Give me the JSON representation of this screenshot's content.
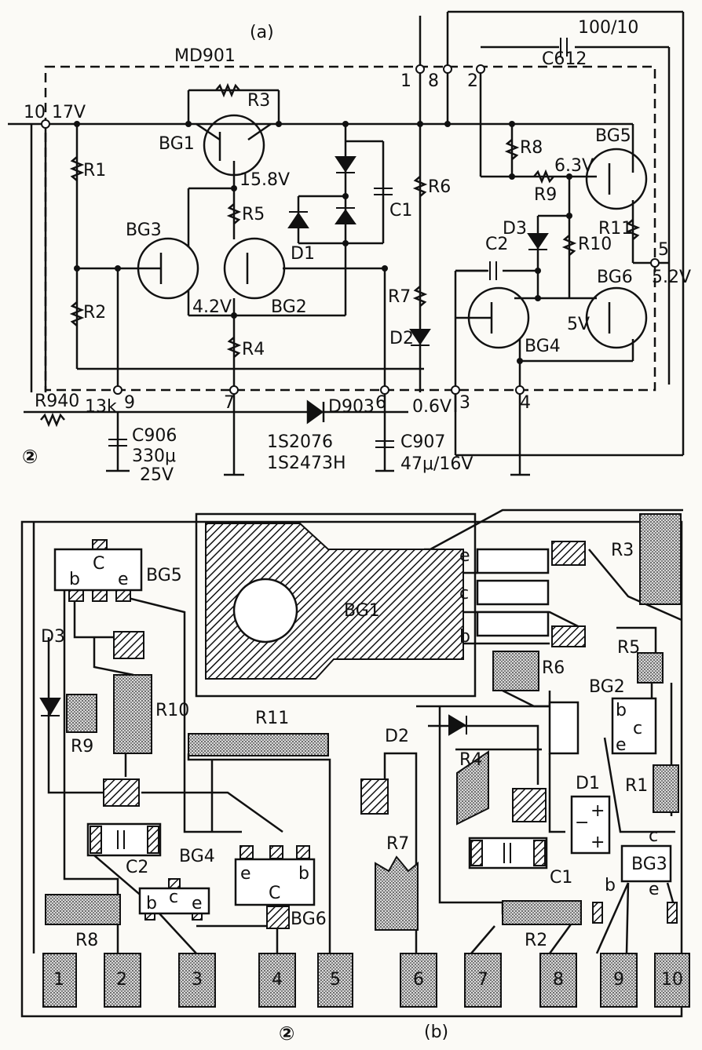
{
  "top": {
    "caption": "(a)",
    "module": "MD901",
    "circle_tag": "②",
    "pins": [
      "10",
      "1",
      "8",
      "2",
      "5",
      "9",
      "7",
      "6",
      "3",
      "4"
    ],
    "voltages": {
      "v17": "17V",
      "v158": "15.8V",
      "v42": "4.2V",
      "v63": "6.3V",
      "v52": "5.2V",
      "v5": "5V",
      "v06": "0.6V"
    },
    "labels": {
      "bg1": "BG1",
      "bg2": "BG2",
      "bg3": "BG3",
      "bg4": "BG4",
      "bg5": "BG5",
      "bg6": "BG6",
      "r1": "R1",
      "r2": "R2",
      "r3": "R3",
      "r4": "R4",
      "r5": "R5",
      "r6": "R6",
      "r7": "R7",
      "r8": "R8",
      "r9": "R9",
      "r10": "R10",
      "r11": "R11",
      "c1": "C1",
      "c2": "C2",
      "d1": "D1",
      "d2": "D2",
      "d3": "D3",
      "c612": "C612",
      "c612_val": "100/10",
      "r940": "R940",
      "r940_val": "13k",
      "c906": "C906",
      "c906_val1": "330μ",
      "c906_val2": "25V",
      "d903": "D903",
      "d903_val1": "1S2076",
      "d903_val2": "1S2473H",
      "c907": "C907",
      "c907_val": "47μ/16V"
    }
  },
  "bottom": {
    "caption": "(b)",
    "circle_tag": "②",
    "pads": [
      "1",
      "2",
      "3",
      "4",
      "5",
      "6",
      "7",
      "8",
      "9",
      "10"
    ],
    "labels": {
      "bg1": "BG1",
      "bg2": "BG2",
      "bg3": "BG3",
      "bg4": "BG4",
      "bg5": "BG5",
      "bg6": "BG6",
      "r1": "R1",
      "r2": "R2",
      "r3": "R3",
      "r4": "R4",
      "r5": "R5",
      "r6": "R6",
      "r7": "R7",
      "r8": "R8",
      "r9": "R9",
      "r10": "R10",
      "r11": "R11",
      "c1": "C1",
      "c2": "C2",
      "d1": "D1",
      "d2": "D2",
      "d3": "D3",
      "e": "e",
      "c": "c",
      "b": "b",
      "C": "C",
      "plus": "+",
      "minus": "−"
    }
  }
}
